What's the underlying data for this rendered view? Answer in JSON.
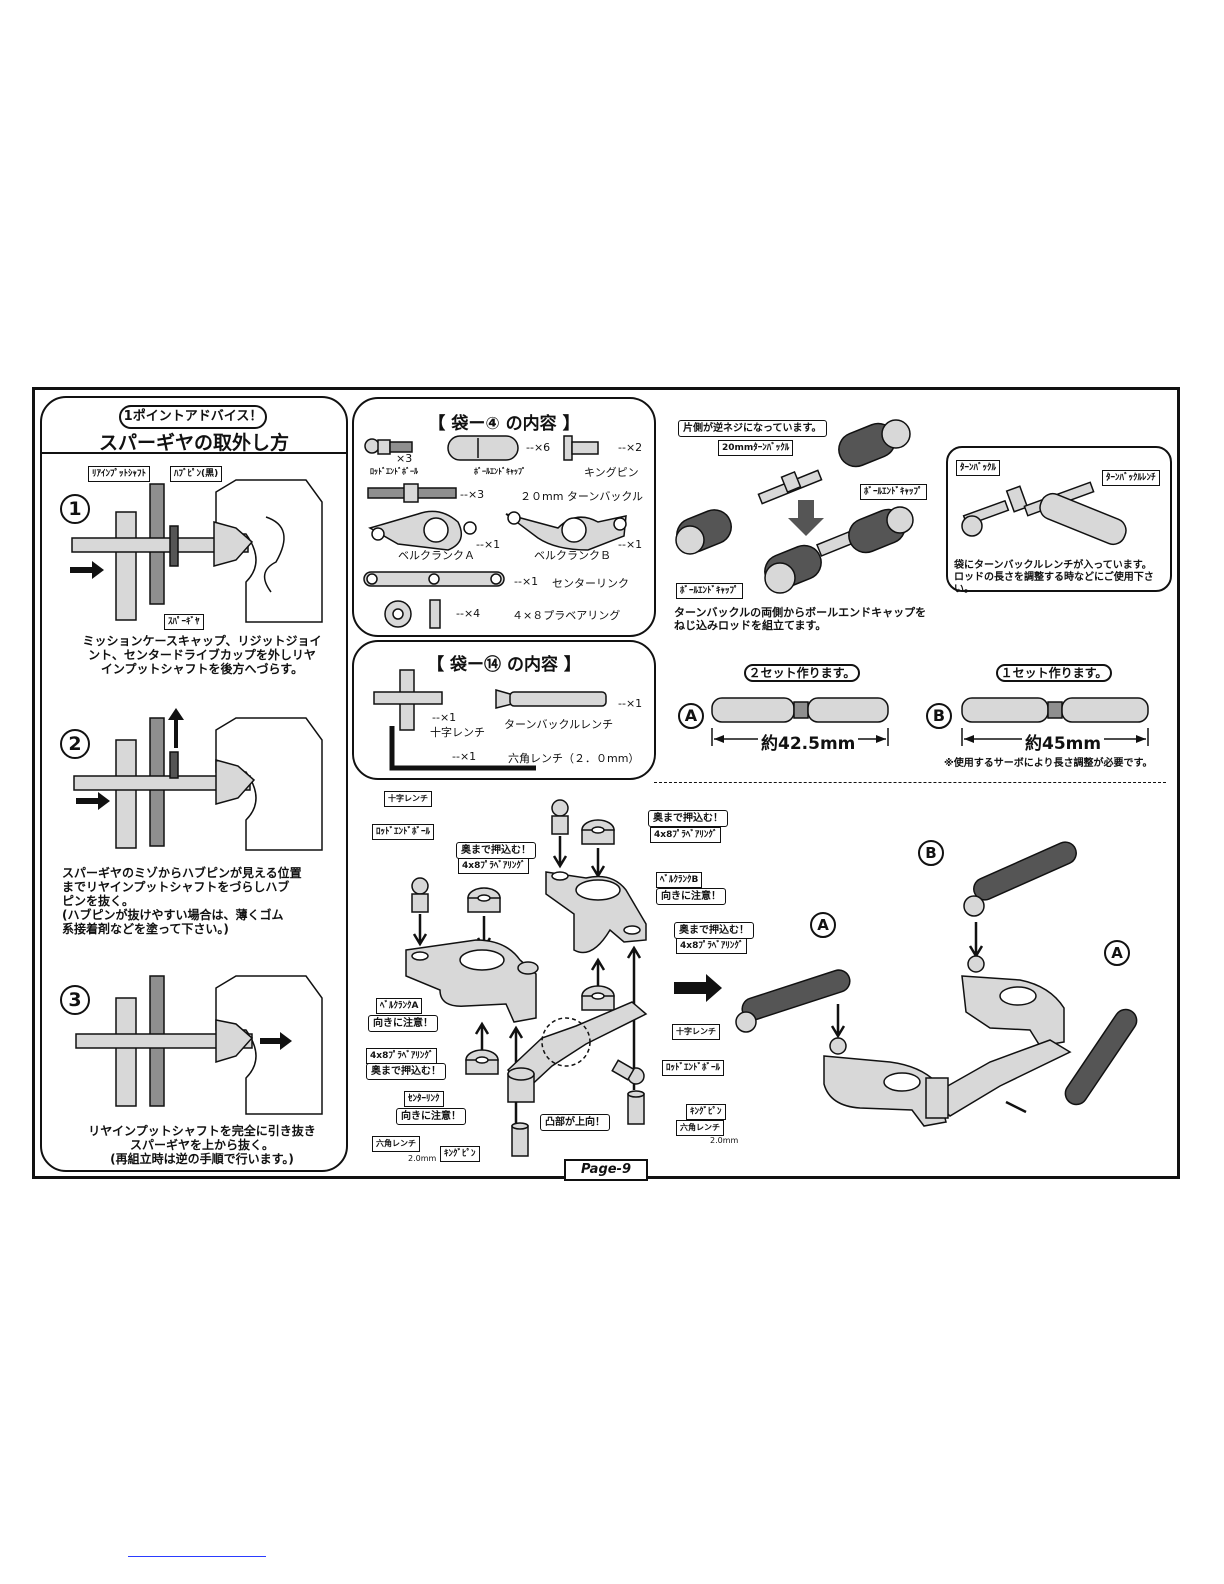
{
  "page": {
    "page_label": "Page-9"
  },
  "advice": {
    "badge": "1ポイントアドバイス！",
    "title": "スパーギヤの取外し方",
    "steps": [
      {
        "num": "1",
        "labels": [
          "ﾘｱｲﾝﾌﾟｯﾄｼｬﾌﾄ",
          "ﾊﾌﾞﾋﾟﾝ(黒)",
          "ｽﾊﾟｰｷﾞﾔ"
        ],
        "text": "ミッションケースキャップ、リジットジョイ\nント、センタードライブカップを外しリヤ\nインプットシャフトを後方へづらす。"
      },
      {
        "num": "2",
        "text": "スパーギヤのミゾからハブピンが見える位置\nまでリヤインプットシャフトをづらしハブ\nピンを抜く。\n(ハブピンが抜けやすい場合は、薄くゴム\n系接着剤などを塗って下さい。)"
      },
      {
        "num": "3",
        "text": "リヤインプットシャフトを完全に引き抜き\nスパーギヤを上から抜く。\n(再組立時は逆の手順で行います。)"
      }
    ]
  },
  "bag4": {
    "title": "【 袋ー④ の内容 】",
    "items": [
      {
        "name": "ﾛｯﾄﾞｴﾝﾄﾞﾎﾞｰﾙ",
        "qty": "×3"
      },
      {
        "name": "ﾎﾞｰﾙｴﾝﾄﾞｷｬｯﾌﾟ",
        "qty": "--×6"
      },
      {
        "name": "キングピン",
        "qty": "--×2"
      },
      {
        "name": "２０mm ターンバックル",
        "qty": "--×3"
      },
      {
        "name": "ベルクランクＡ",
        "qty": "--×1"
      },
      {
        "name": "ベルクランクＢ",
        "qty": "--×1"
      },
      {
        "name": "センターリンク",
        "qty": "--×1"
      },
      {
        "name": "４×８プラベアリング",
        "qty": "--×4"
      }
    ]
  },
  "bag14": {
    "title": "【 袋ー⑭ の内容 】",
    "items": [
      {
        "name": "十字レンチ",
        "qty": "--×1"
      },
      {
        "name": "ターンバックルレンチ",
        "qty": "--×1"
      },
      {
        "name": "六角レンチ（２．０mm）",
        "qty": "--×1"
      }
    ]
  },
  "turnbuckle": {
    "labels": {
      "reverse_thread": "片側が逆ネジになっています。",
      "tb20": "20mmﾀｰﾝﾊﾞｯｸﾙ",
      "cap_right": "ﾎﾞｰﾙｴﾝﾄﾞｷｬｯﾌﾟ",
      "cap_left": "ﾎﾞｰﾙｴﾝﾄﾞｷｬｯﾌﾟ"
    },
    "caption": "ターンバックルの両側からボールエンドキャップを\nねじ込みロッドを組立てます。",
    "wrench_box": {
      "tb": "ﾀｰﾝﾊﾞｯｸﾙ",
      "wrench": "ﾀｰﾝﾊﾞｯｸﾙﾚﾝﾁ",
      "note": "袋にターンバックルレンチが入っています。\nロッドの長さを調整する時などにご使用下さい。"
    }
  },
  "rods": {
    "a": {
      "letter": "A",
      "sets": "２セット作ります。",
      "length": "約42.5mm"
    },
    "b": {
      "letter": "B",
      "sets": "１セット作ります。",
      "length": "約45mm"
    },
    "note": "※使用するサーボにより長さ調整が必要です。"
  },
  "assembly": {
    "tags": {
      "cross_wrench_1": "十字レンチ",
      "rod_end_ball_1": "ﾛｯﾄﾞｴﾝﾄﾞﾎﾞｰﾙ",
      "push_in_1": "奥まで押込む！",
      "bearing_1": "4x8ﾌﾟﾗﾍﾞｱﾘﾝｸﾞ",
      "push_in_2": "奥まで押込む！",
      "bearing_2": "4x8ﾌﾟﾗﾍﾞｱﾘﾝｸﾞ",
      "bellcrank_b": "ﾍﾞﾙｸﾗﾝｸB",
      "orient_b": "向きに注意！",
      "push_in_3": "奥まで押込む！",
      "bearing_3": "4x8ﾌﾟﾗﾍﾞｱﾘﾝｸﾞ",
      "bellcrank_a": "ﾍﾞﾙｸﾗﾝｸA",
      "orient_a": "向きに注意！",
      "bearing_4": "4x8ﾌﾟﾗﾍﾞｱﾘﾝｸﾞ",
      "push_in_4": "奥まで押込む！",
      "center_link": "ｾﾝﾀｰﾘﾝｸ",
      "orient_c": "向きに注意！",
      "convex_up": "凸部が上向！",
      "cross_wrench_2": "十字レンチ",
      "rod_end_ball_2": "ﾛｯﾄﾞｴﾝﾄﾞﾎﾞｰﾙ",
      "king_pin_1": "ｷﾝｸﾞﾋﾟﾝ",
      "hex_1": "六角レンチ",
      "hex_size_1": "2.0mm",
      "king_pin_2": "ｷﾝｸﾞﾋﾟﾝ",
      "hex_2": "六角レンチ",
      "hex_size_2": "2.0mm"
    },
    "letters": {
      "b": "B",
      "a1": "A",
      "a2": "A"
    }
  }
}
